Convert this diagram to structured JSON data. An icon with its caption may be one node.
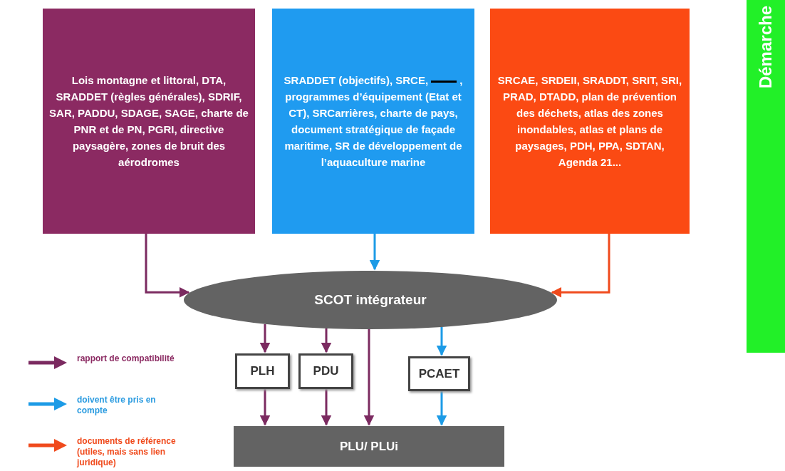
{
  "diagram": {
    "nodes": [
      {
        "text": [
          "Lois montagne et littoral, DTA, SRADDET (règles générales), SDRIF, SAR, PADDU, SDAGE, SAGE, charte de PNR et de PN, PGRI, directive paysagère, zones de bruit des aérodromes"
        ]
      },
      {
        "text": [
          "SRADDET (objectifs), SRCE,",
          ", programmes d’équipement (Etat et CT), SRCarrières, charte de pays, document stratégique de façade maritime, SR de développement de l’aquaculture marine"
        ]
      },
      {
        "text": [
          "SRCAE, SRDEII, SRADDT, SRIT, SRI, PRAD, DTADD, plan de prévention des déchets, atlas des zones inondables, atlas et plans de paysages, PDH,  PPA, SDTAN, Agenda 21..."
        ]
      },
      {
        "text": [
          "SCOT intégrateur"
        ]
      },
      {
        "text": [
          "PLH"
        ]
      },
      {
        "text": [
          "PDU"
        ]
      },
      {
        "text": [
          "PCAET"
        ]
      },
      {
        "text": [
          "PLU/ PLUi"
        ]
      }
    ],
    "edges": [
      {
        "from": 0,
        "to": 3,
        "arrow": "to"
      },
      {
        "from": 1,
        "to": 3,
        "arrow": "to",
        "color": "#1c9be6"
      },
      {
        "from": 2,
        "to": 3,
        "arrow": "to",
        "color": "#f04a1c"
      },
      {
        "from": 3,
        "to": 4,
        "arrow": "to"
      },
      {
        "from": 3,
        "to": 5,
        "arrow": "to"
      },
      {
        "from": 3,
        "to": 7,
        "arrow": "to"
      },
      {
        "from": 3,
        "to": 6,
        "arrow": "to",
        "color": "#1c9be6"
      },
      {
        "from": 4,
        "to": 7,
        "arrow": "to"
      },
      {
        "from": 5,
        "to": 7,
        "arrow": "to"
      },
      {
        "from": 6,
        "to": 7,
        "arrow": "to",
        "color": "#1c9be6"
      }
    ],
    "labels": [
      "Démarche"
    ],
    "legend": [
      {
        "text": "rapport de compatibilité"
      },
      {
        "text": "doivent être pris en compte"
      },
      {
        "text": "documents de référence (utiles, mais sans lien juridique)"
      }
    ]
  }
}
